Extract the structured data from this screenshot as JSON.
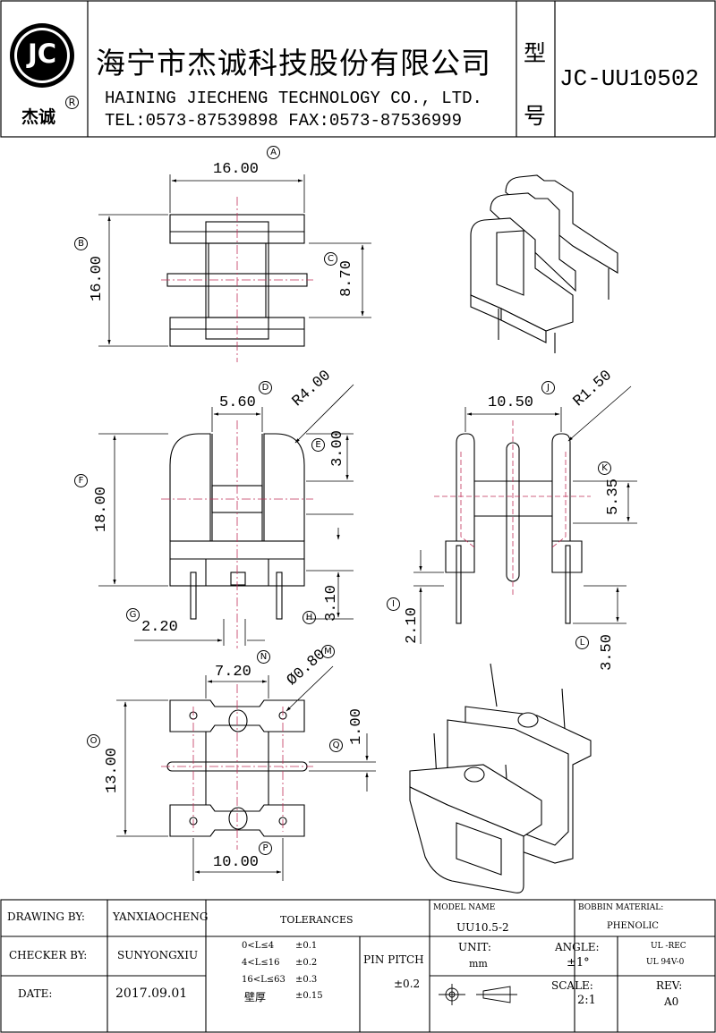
{
  "header": {
    "logo_mark": "JC",
    "logo_name": "杰诚",
    "logo_reg": "R",
    "company_cn": "海宁市杰诚科技股份有限公司",
    "company_en": "HAINING JIECHENG TECHNOLOGY CO., LTD.",
    "contact": "TEL:0573-87539898   FAX:0573-87536999",
    "model_label_1": "型",
    "model_label_2": "号",
    "model_number": "JC-UU10502"
  },
  "drawing": {
    "top_view": {
      "width": "16.00",
      "height": "16.00",
      "gap": "8.70",
      "tag_a": "A",
      "tag_b": "B",
      "tag_c": "C"
    },
    "front_view": {
      "slot": "5.60",
      "radius": "R4.00",
      "height": "18.00",
      "flange": "3.00",
      "pin_offset": "2.20",
      "pin_len": "3.10",
      "tag_d": "D",
      "tag_e": "E",
      "tag_f": "F",
      "tag_g": "G",
      "tag_h": "H"
    },
    "side_view": {
      "width": "10.50",
      "radius": "R1.50",
      "window": "5.35",
      "pin_a": "2.10",
      "pin_b": "3.50",
      "tag_i": "I",
      "tag_j": "J",
      "tag_k": "K",
      "tag_l": "L"
    },
    "bottom_view": {
      "span": "7.20",
      "hole": "Ø0.80",
      "rib": "1.00",
      "height": "13.00",
      "pin_pitch": "10.00",
      "tag_m": "M",
      "tag_n": "N",
      "tag_o": "O",
      "tag_p": "P",
      "tag_q": "Q"
    }
  },
  "title_block": {
    "drawing_by_label": "DRAWING  BY:",
    "drawing_by": "YANXIAOCHENG",
    "checker_label": "CHECKER  BY:",
    "checker": "SUNYONGXIU",
    "date_label": "DATE:",
    "date": "2017.09.01",
    "tolerances_label": "TOLERANCES",
    "tol_r1_range": "0<L≤4",
    "tol_r1_val": "±0.1",
    "tol_r2_range": "4<L≤16",
    "tol_r2_val": "±0.2",
    "tol_r3_range": "16<L≤63",
    "tol_r3_val": "±0.3",
    "tol_r4_range": "壁厚",
    "tol_r4_val": "±0.15",
    "pin_pitch_label": "PIN PITCH",
    "pin_pitch_val": "±0.2",
    "model_name_label": "MODEL NAME",
    "model_name": "UU10.5-2",
    "bobbin_label": "BOBBIN MATERIAL:",
    "bobbin": "PHENOLIC",
    "unit_label": "UNIT:",
    "unit": "mm",
    "angle_label": "ANGLE:",
    "angle": "±1°",
    "ul_1": "UL -REC",
    "ul_2": "UL  94V-0",
    "scale_label": "SCALE:",
    "scale": "2:1",
    "rev_label": "REV:",
    "rev": "A0"
  }
}
